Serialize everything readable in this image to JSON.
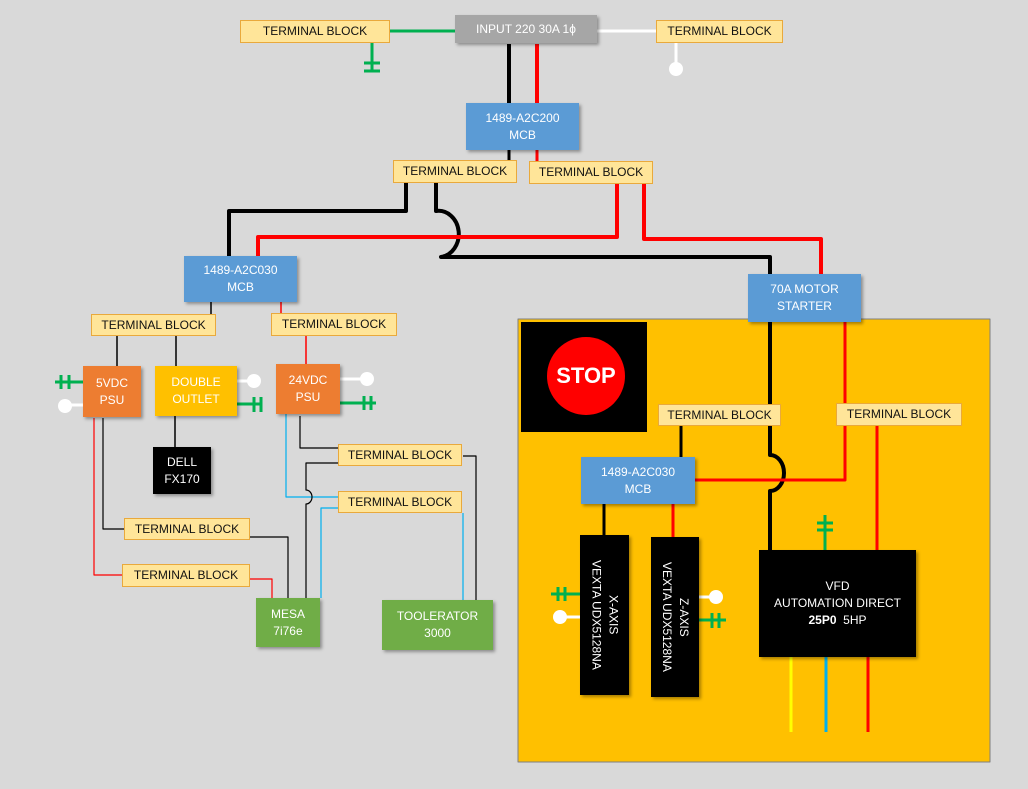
{
  "colors": {
    "background": "#d9d9d9",
    "enclosure": "#ffc000",
    "terminal_block": "#ffe599",
    "mcb": "#5b9bd5",
    "psu": "#ed7d31",
    "outlet": "#ffc000",
    "controller": "#70ad47",
    "driver": "#000000",
    "wire_hot": "#ff0000",
    "wire_neutral": "#000000",
    "wire_ground": "#00b050",
    "wire_white": "#ffffff",
    "wire_signal": "#00b0f0",
    "wire_yellow": "#ffff00",
    "stop_sign": "#ff0000"
  },
  "icons": [
    "ground-symbol-icon",
    "neutral-terminal-icon",
    "stop-sign-icon"
  ],
  "labels": {
    "tb_input_left": "TERMINAL BLOCK",
    "input": "INPUT 220 30A 1ϕ",
    "tb_input_right": "TERMINAL BLOCK",
    "main_mcb": "1489-A2C200\nMCB",
    "tb_main_left": "TERMINAL BLOCK",
    "tb_main_right": "TERMINAL BLOCK",
    "branch_mcb": "1489-A2C030\nMCB",
    "tb_branch_left": "TERMINAL BLOCK",
    "tb_branch_right": "TERMINAL BLOCK",
    "psu_5v": "5VDC\nPSU",
    "double_outlet": "DOUBLE\nOUTLET",
    "psu_24v": "24VDC\nPSU",
    "dell": "DELL\nFX170",
    "tb_24v_a": "TERMINAL BLOCK",
    "tb_24v_b": "TERMINAL BLOCK",
    "tb_5v_a": "TERMINAL BLOCK",
    "tb_5v_b": "TERMINAL BLOCK",
    "mesa": "MESA\n7i76e",
    "toolerator": "TOOLERATOR\n3000",
    "motor_starter": "70A MOTOR\nSTARTER",
    "stop": "STOP",
    "tb_enc_left": "TERMINAL BLOCK",
    "tb_enc_right": "TERMINAL BLOCK",
    "enc_mcb": "1489-A2C030\nMCB",
    "x_axis": "X-AXIS\nVEXTA UDX5128NA",
    "z_axis": "Z-AXIS\nVEXTA UDX5128NA",
    "vfd_line1": "VFD",
    "vfd_line2": "AUTOMATION DIRECT",
    "vfd_model": "25P0",
    "vfd_hp": "5HP"
  }
}
